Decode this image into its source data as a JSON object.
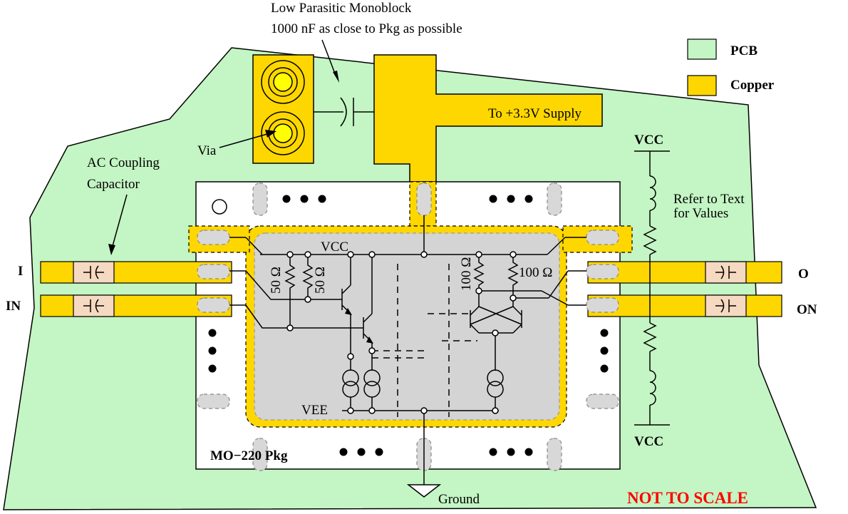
{
  "colors": {
    "pcb": "#c4f5c4",
    "copper": "#ffd700",
    "package": "#ffffff",
    "die": "#d4d4d4",
    "capacitor": "#f5d9c0",
    "warning": "#ff0000"
  },
  "labels": {
    "monoblock_line1": "Low Parasitic Monoblock",
    "monoblock_line2": "1000 nF as close to Pkg as possible",
    "supply": "To +3.3V Supply",
    "via": "Via",
    "ac_coupling_line1": "AC Coupling",
    "ac_coupling_line2": "Capacitor",
    "vcc_top": "VCC",
    "vcc_bottom": "VCC",
    "refer_line1": "Refer to Text",
    "refer_line2": "for Values",
    "input_i": "I",
    "input_in": "IN",
    "output_o": "O",
    "output_on": "ON",
    "die_vcc": "VCC",
    "die_vee": "VEE",
    "r_50a": "50 Ω",
    "r_50b": "50 Ω",
    "r_100a": "100 Ω",
    "r_100b": "100 Ω",
    "package": "MO−220 Pkg",
    "ground": "Ground",
    "not_to_scale": "NOT TO SCALE"
  },
  "legend": {
    "pcb": "PCB",
    "copper": "Copper"
  }
}
